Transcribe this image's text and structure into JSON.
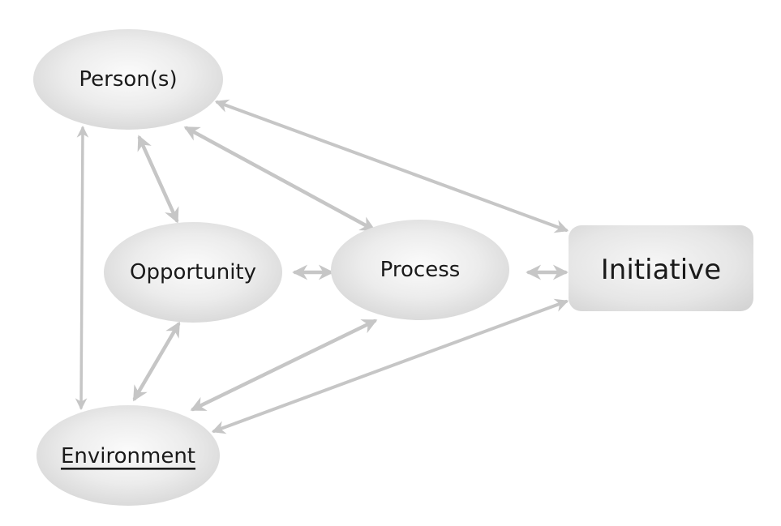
{
  "nodes": {
    "persons": {
      "label": "Person(s)"
    },
    "opportunity": {
      "label": "Opportunity"
    },
    "process": {
      "label": "Process"
    },
    "initiative": {
      "label": "Initiative"
    },
    "environment": {
      "label": "Environment"
    }
  },
  "connections": [
    {
      "from": "persons",
      "to": "environment"
    },
    {
      "from": "persons",
      "to": "opportunity"
    },
    {
      "from": "persons",
      "to": "process"
    },
    {
      "from": "persons",
      "to": "initiative"
    },
    {
      "from": "opportunity",
      "to": "process"
    },
    {
      "from": "process",
      "to": "initiative"
    },
    {
      "from": "opportunity",
      "to": "environment"
    },
    {
      "from": "process",
      "to": "environment"
    },
    {
      "from": "initiative",
      "to": "environment"
    }
  ],
  "colors": {
    "node_fill_light": "#f7f7f7",
    "node_fill_dark": "#d9d9d9",
    "arrow": "#c6c6c6",
    "text": "#1a1a1a"
  }
}
